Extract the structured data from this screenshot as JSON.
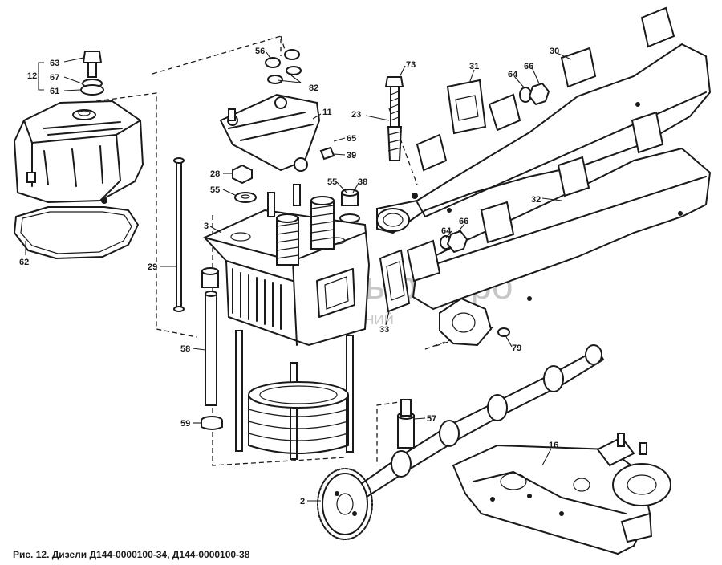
{
  "caption": "Рис. 12. Дизели Д144-0000100-34, Д144-0000100-38",
  "watermark": {
    "main": "Альфа Тро",
    "sub": "ГРУППА КОМПАНИЙ"
  },
  "callouts": [
    {
      "id": "c12",
      "label": "12"
    },
    {
      "id": "c63",
      "label": "63"
    },
    {
      "id": "c67",
      "label": "67"
    },
    {
      "id": "c61",
      "label": "61"
    },
    {
      "id": "c62",
      "label": "62"
    },
    {
      "id": "c56",
      "label": "56"
    },
    {
      "id": "c82",
      "label": "82"
    },
    {
      "id": "c11",
      "label": "11"
    },
    {
      "id": "c65",
      "label": "65"
    },
    {
      "id": "c39",
      "label": "39"
    },
    {
      "id": "c28",
      "label": "28"
    },
    {
      "id": "c55a",
      "label": "55"
    },
    {
      "id": "c55b",
      "label": "55"
    },
    {
      "id": "c38",
      "label": "38"
    },
    {
      "id": "c3",
      "label": "3"
    },
    {
      "id": "c29",
      "label": "29"
    },
    {
      "id": "c58",
      "label": "58"
    },
    {
      "id": "c59",
      "label": "59"
    },
    {
      "id": "c73",
      "label": "73"
    },
    {
      "id": "c23",
      "label": "23"
    },
    {
      "id": "c31",
      "label": "31"
    },
    {
      "id": "c66a",
      "label": "66"
    },
    {
      "id": "c64a",
      "label": "64"
    },
    {
      "id": "c30",
      "label": "30"
    },
    {
      "id": "c32",
      "label": "32"
    },
    {
      "id": "c66b",
      "label": "66"
    },
    {
      "id": "c64b",
      "label": "64"
    },
    {
      "id": "c33",
      "label": "33"
    },
    {
      "id": "c79",
      "label": "79"
    },
    {
      "id": "c57",
      "label": "57"
    },
    {
      "id": "c16",
      "label": "16"
    },
    {
      "id": "c2",
      "label": "2"
    }
  ]
}
